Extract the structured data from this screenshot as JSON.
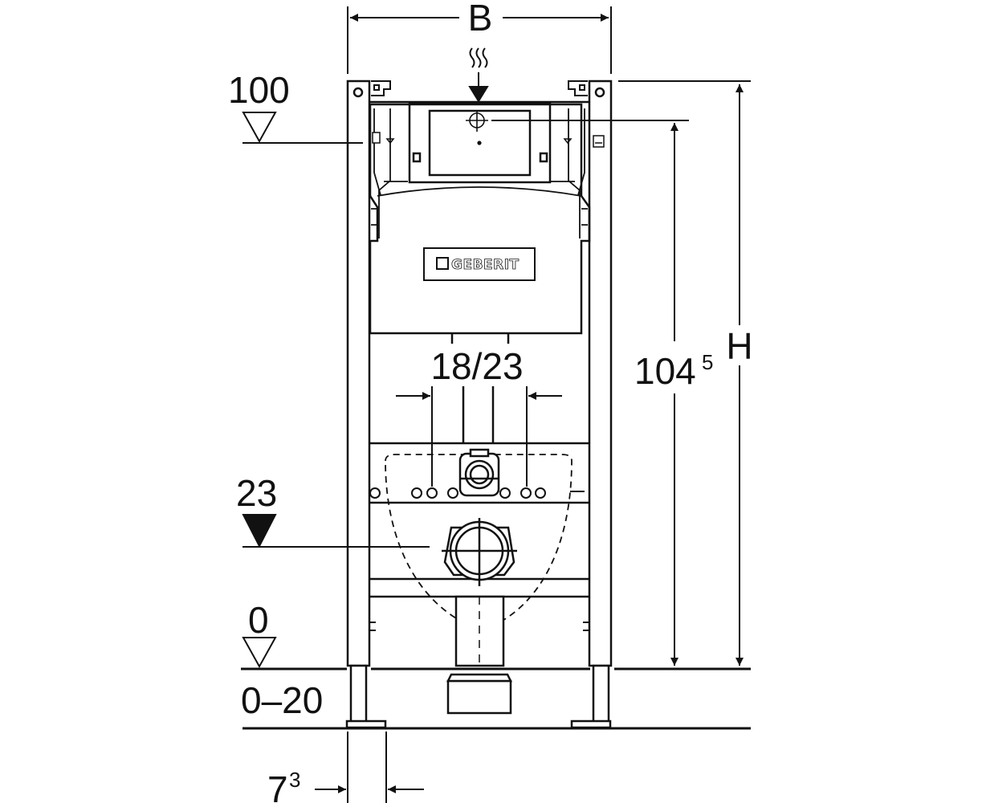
{
  "brand": {
    "logo_text": "GEBERIT"
  },
  "dimensions": {
    "width_label": "B",
    "height_label": "H",
    "frame_height_value": "104",
    "frame_height_superscript": "5",
    "outlet_spacing_label": "18/23",
    "foot_offset_value": "7",
    "foot_offset_superscript": "3"
  },
  "levels": {
    "upper_level": "100",
    "outlet_level": "23",
    "floor_level": "0",
    "floor_adjust_range": "0–20"
  },
  "colors": {
    "line": "#111111",
    "background": "#ffffff"
  }
}
